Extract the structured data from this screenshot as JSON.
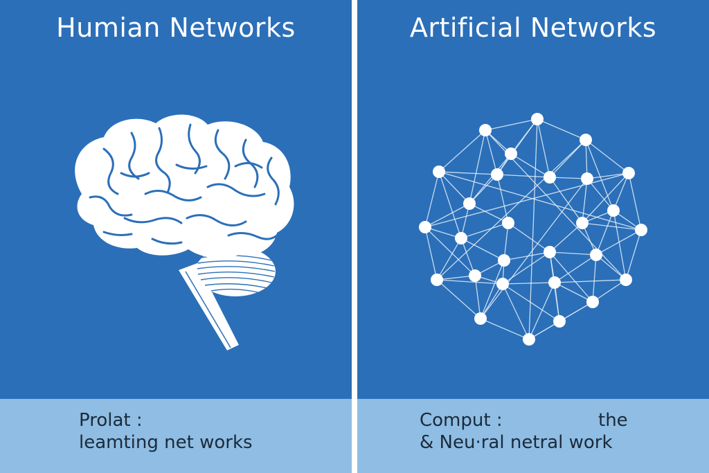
{
  "left_panel": {
    "title": "Humian Networks",
    "caption_line1": "Prolat :",
    "caption_line2": "leamting net works",
    "icon": "brain-icon"
  },
  "right_panel": {
    "title": "Artificial Networks",
    "caption_line1_a": "Comput :",
    "caption_line1_b": "the",
    "caption_line2": "& Neu·ral  netral work",
    "icon": "neural-network-icon"
  },
  "colors": {
    "panel_blue": "#2b6fb8",
    "caption_band": "#8fbde3",
    "divider": "#ffffff",
    "text_dark": "#1b2a3a"
  }
}
